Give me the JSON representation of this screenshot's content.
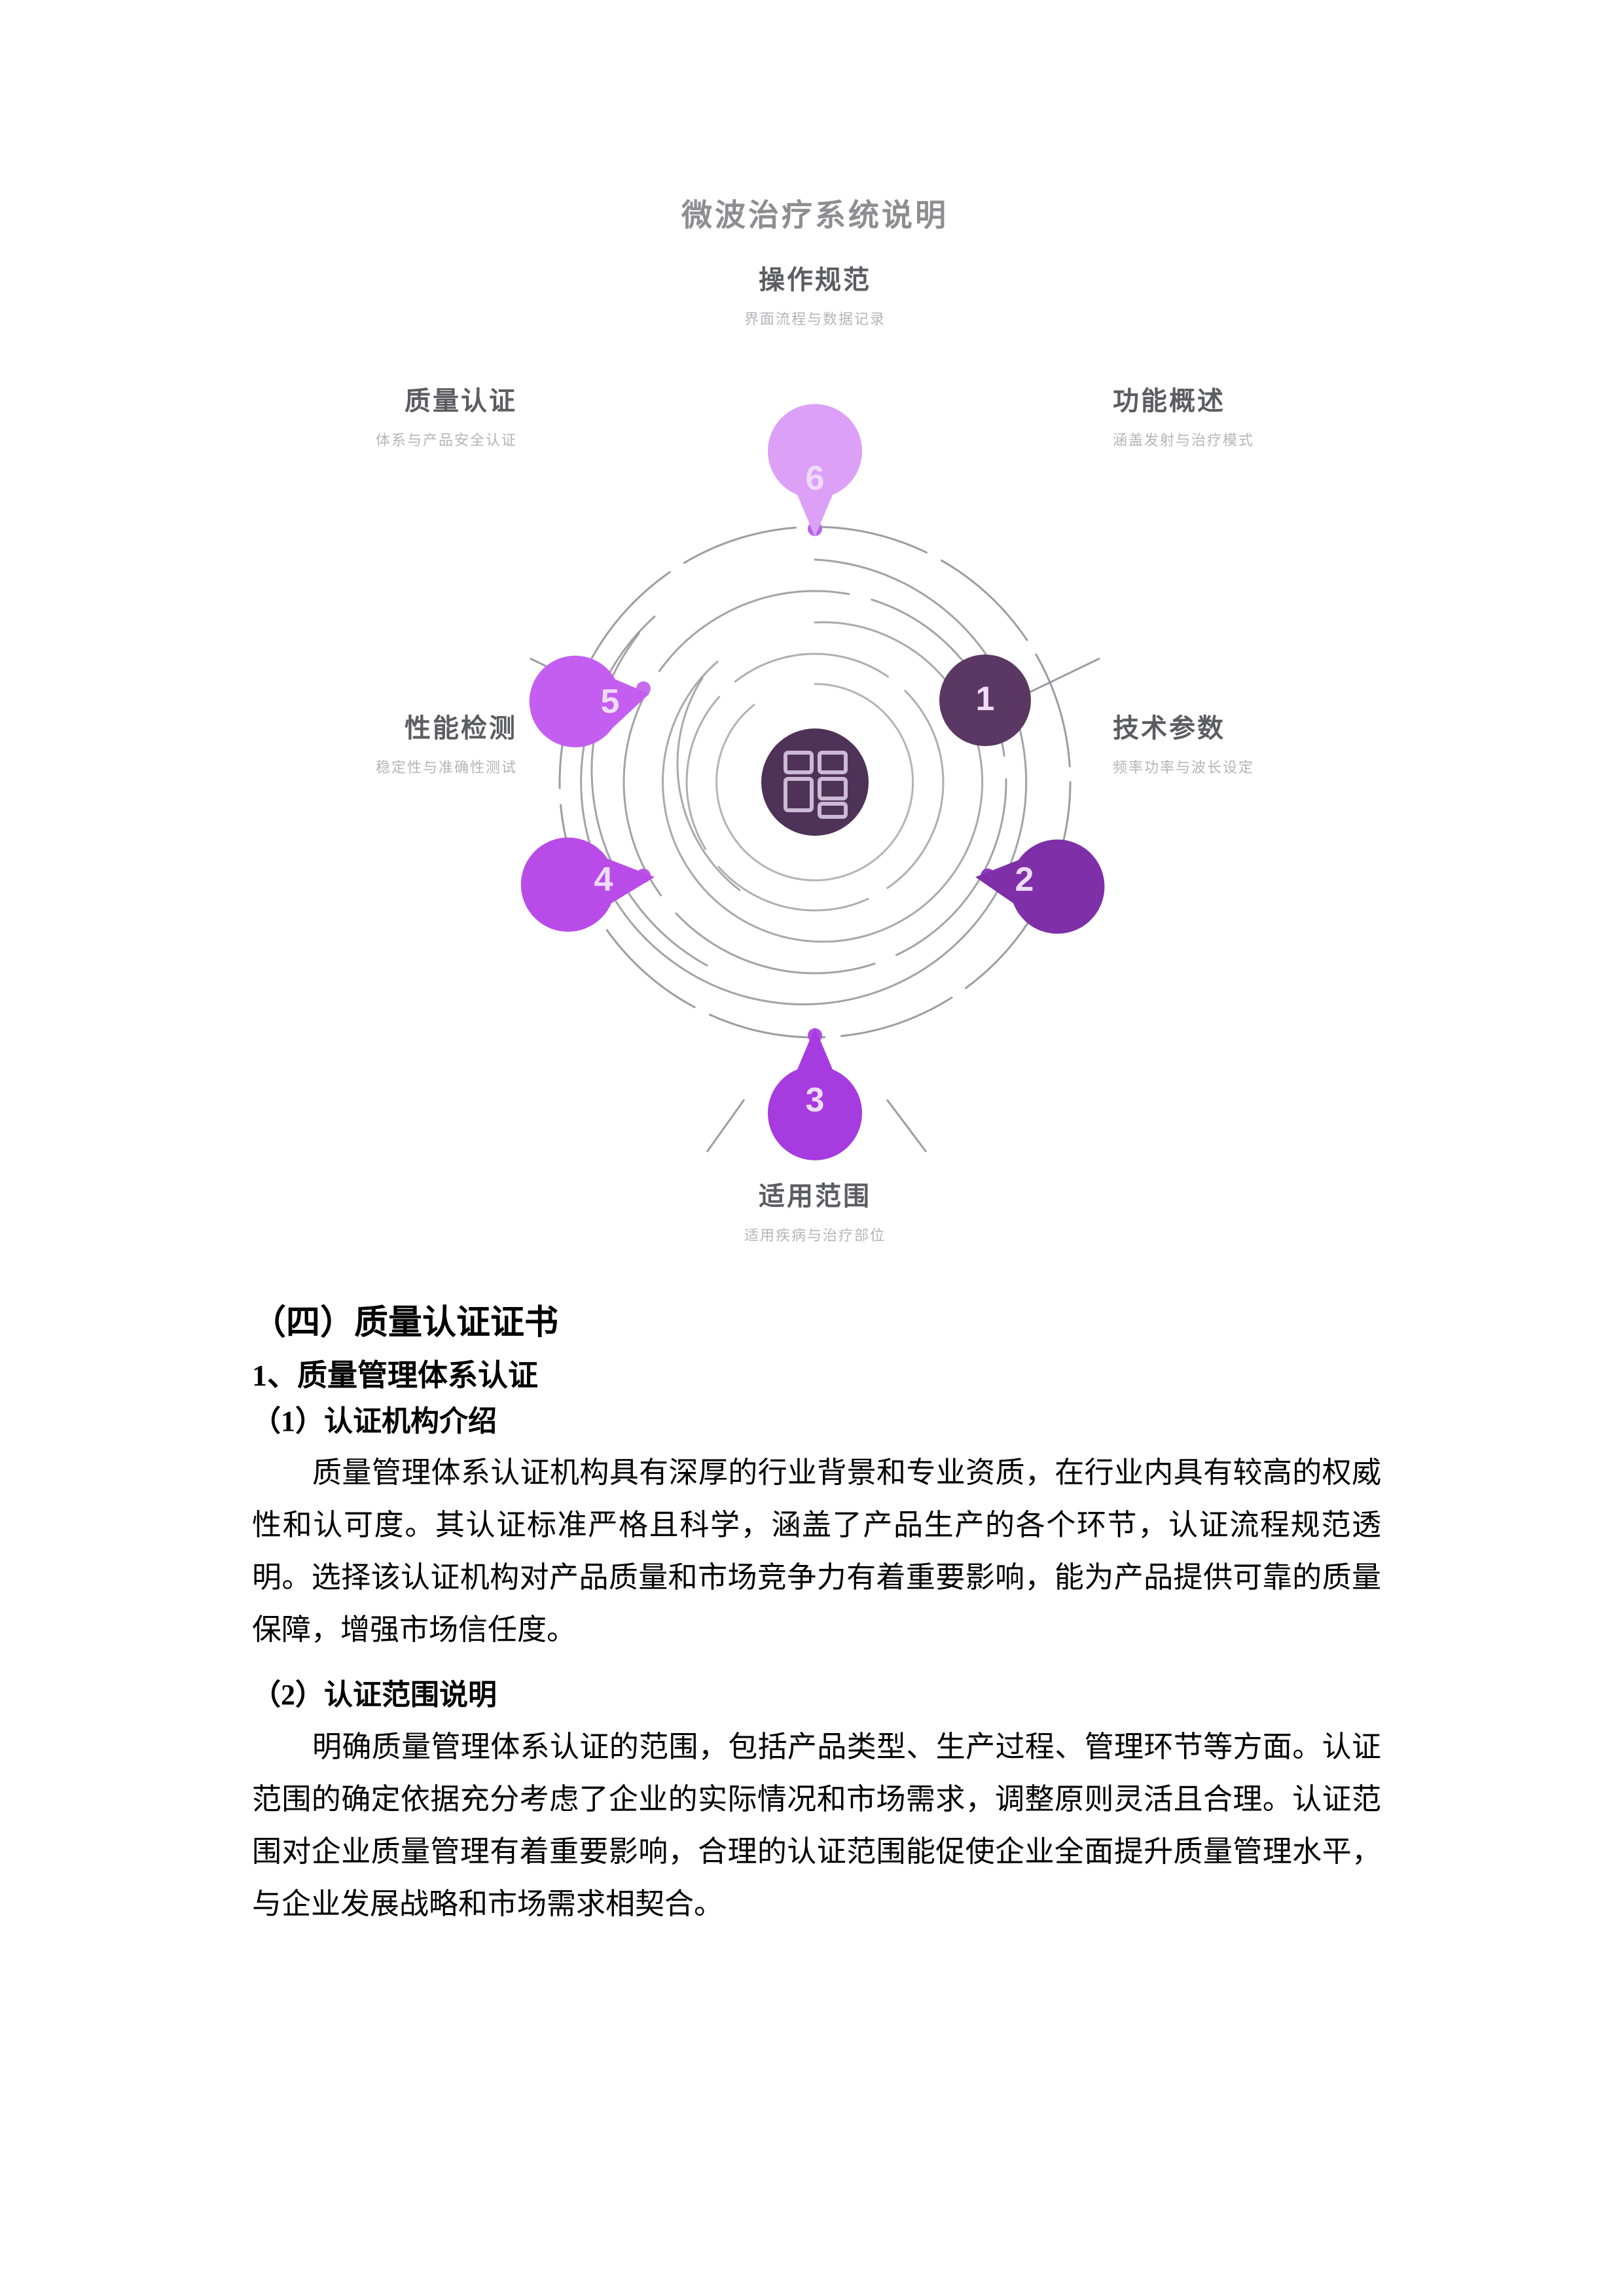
{
  "figure": {
    "title": "微波治疗系统说明",
    "center_icon": "dashboard-grid-icon",
    "colors": {
      "node1": "#5b3763",
      "node2": "#7f2fa8",
      "node3": "#a63be0",
      "node4": "#b94ce8",
      "node5": "#c45ef0",
      "node6": "#dda0f7",
      "center": "#4f3257",
      "ring": "#8b8b93",
      "title": "#8d8d92",
      "label": "#5c5c63",
      "sublabel": "#b4b4bb"
    },
    "nodes": [
      {
        "number": "1",
        "title": "功能概述",
        "subtitle": "涵盖发射与治疗模式",
        "side": "right"
      },
      {
        "number": "2",
        "title": "技术参数",
        "subtitle": "频率功率与波长设定",
        "side": "right"
      },
      {
        "number": "3",
        "title": "适用范围",
        "subtitle": "适用疾病与治疗部位",
        "side": "bottom"
      },
      {
        "number": "4",
        "title": "性能检测",
        "subtitle": "稳定性与准确性测试",
        "side": "left"
      },
      {
        "number": "5",
        "title": "质量认证",
        "subtitle": "体系与产品安全认证",
        "side": "left"
      },
      {
        "number": "6",
        "title": "操作规范",
        "subtitle": "界面流程与数据记录",
        "side": "top"
      }
    ]
  },
  "document": {
    "section_heading": "（四）质量认证证书",
    "sub_heading_1": "1、质量管理体系认证",
    "item_1_heading": "（1）认证机构介绍",
    "item_1_paragraph": "质量管理体系认证机构具有深厚的行业背景和专业资质，在行业内具有较高的权威性和认可度。其认证标准严格且科学，涵盖了产品生产的各个环节，认证流程规范透明。选择该认证机构对产品质量和市场竞争力有着重要影响，能为产品提供可靠的质量保障，增强市场信任度。",
    "item_2_heading": "（2）认证范围说明",
    "item_2_paragraph": "明确质量管理体系认证的范围，包括产品类型、生产过程、管理环节等方面。认证范围的确定依据充分考虑了企业的实际情况和市场需求，调整原则灵活且合理。认证范围对企业质量管理有着重要影响，合理的认证范围能促使企业全面提升质量管理水平，与企业发展战略和市场需求相契合。"
  }
}
